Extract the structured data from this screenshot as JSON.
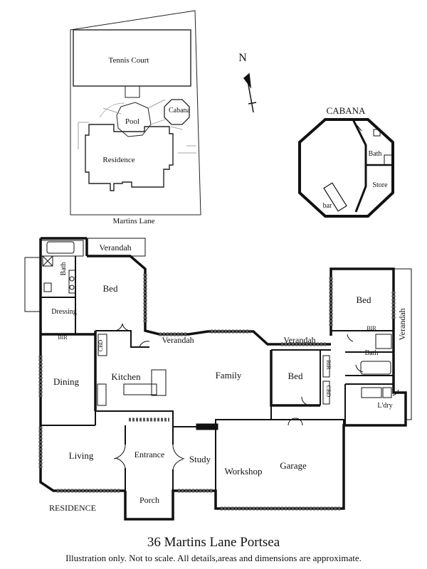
{
  "site_plan": {
    "tennis_court": "Tennis Court",
    "pool": "Pool",
    "cabana": "Cabana",
    "residence": "Residence",
    "street": "Martins Lane"
  },
  "north_label": "N",
  "cabana_plan": {
    "title": "CABANA",
    "bath": "Bath",
    "store": "Store",
    "bar": "bar"
  },
  "residence_plan": {
    "title": "RESIDENCE",
    "rooms": {
      "verandah_top": "Verandah",
      "bath_left": "Bath",
      "bed_main": "Bed",
      "dressing": "Dressing",
      "bir_left": "BIR",
      "cbd_left": "CBD",
      "verandah_mid": "Verandah",
      "verandah_right": "Verandah",
      "verandah_side": "Verandah",
      "bed_ne": "Bed",
      "bir_ne": "BIR",
      "bath_right": "Bath",
      "dining": "Dining",
      "kitchen": "Kitchen",
      "family": "Family",
      "bed_mid": "Bed",
      "bir_mid": "BIR",
      "cbd_mid": "CBD",
      "laundry": "L'dry",
      "living": "Living",
      "entrance": "Entrance",
      "study": "Study",
      "workshop": "Workshop",
      "garage": "Garage",
      "porch": "Porch"
    }
  },
  "title": "36 Martins Lane Portsea",
  "disclaimer": "Illustration only. Not to scale. All details,areas and dimensions are approximate."
}
